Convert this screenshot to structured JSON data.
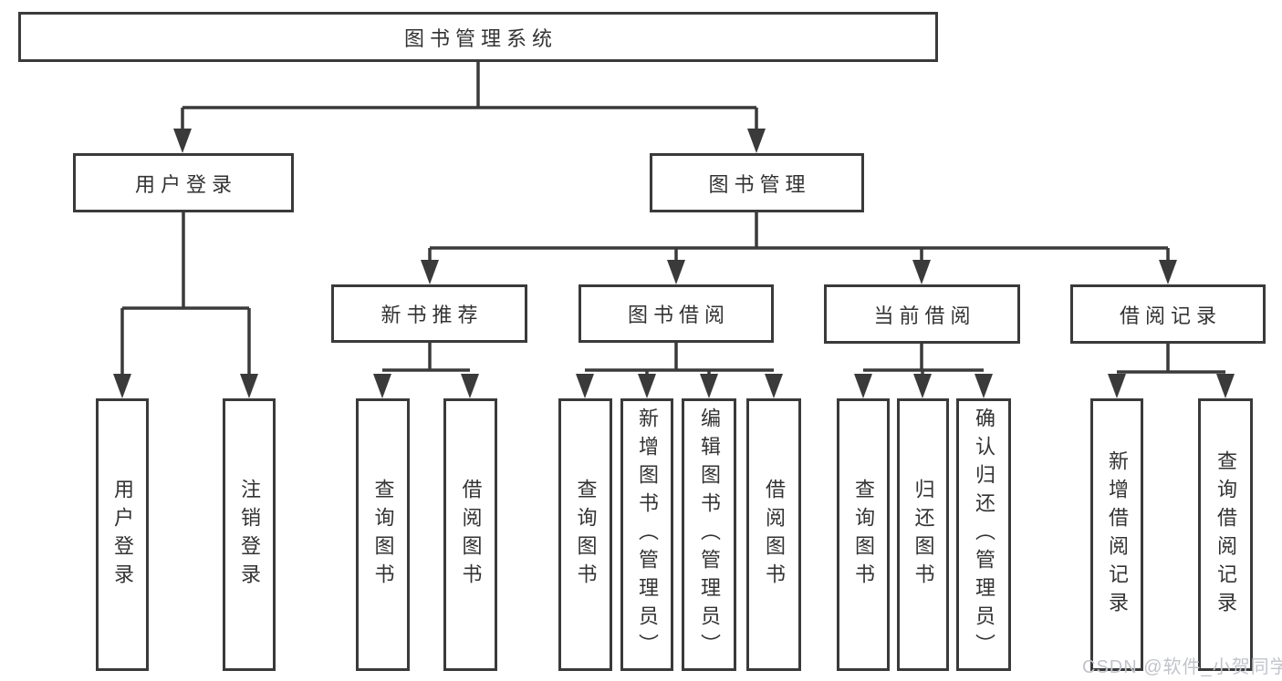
{
  "diagram": {
    "type": "tree",
    "root": {
      "label": "图书管理系统"
    },
    "level2": {
      "user_login": {
        "label": "用户登录"
      },
      "book_management": {
        "label": "图书管理"
      }
    },
    "level3": {
      "new_book_recommend": {
        "label": "新书推荐"
      },
      "book_borrow": {
        "label": "图书借阅"
      },
      "current_borrow": {
        "label": "当前借阅"
      },
      "borrow_records": {
        "label": "借阅记录"
      }
    },
    "leaves": {
      "user_login": [
        {
          "label": "用户登录"
        },
        {
          "label": "注销登录"
        }
      ],
      "new_book_recommend": [
        {
          "label": "查询图书"
        },
        {
          "label": "借阅图书"
        }
      ],
      "book_borrow": [
        {
          "label": "查询图书"
        },
        {
          "label": "新增图书（管理员）"
        },
        {
          "label": "编辑图书（管理员）"
        },
        {
          "label": "借阅图书"
        }
      ],
      "current_borrow": [
        {
          "label": "查询图书"
        },
        {
          "label": "归还图书"
        },
        {
          "label": "确认归还（管理员）"
        }
      ],
      "borrow_records": [
        {
          "label": "新增借阅记录"
        },
        {
          "label": "查询借阅记录"
        }
      ]
    },
    "hierarchy": {
      "图书管理系统": {
        "用户登录": [
          "用户登录",
          "注销登录"
        ],
        "图书管理": {
          "新书推荐": [
            "查询图书",
            "借阅图书"
          ],
          "图书借阅": [
            "查询图书",
            "新增图书（管理员）",
            "编辑图书（管理员）",
            "借阅图书"
          ],
          "当前借阅": [
            "查询图书",
            "归还图书",
            "确认归还（管理员）"
          ],
          "借阅记录": [
            "新增借阅记录",
            "查询借阅记录"
          ]
        }
      }
    }
  },
  "watermark": {
    "text": "CSDN @软件_小贺同学"
  },
  "colors": {
    "line": "#3a3a3a",
    "box_border": "#3a3a3a",
    "box_background": "#ffffff",
    "text": "#333333",
    "watermark": "#c2c4cb"
  }
}
